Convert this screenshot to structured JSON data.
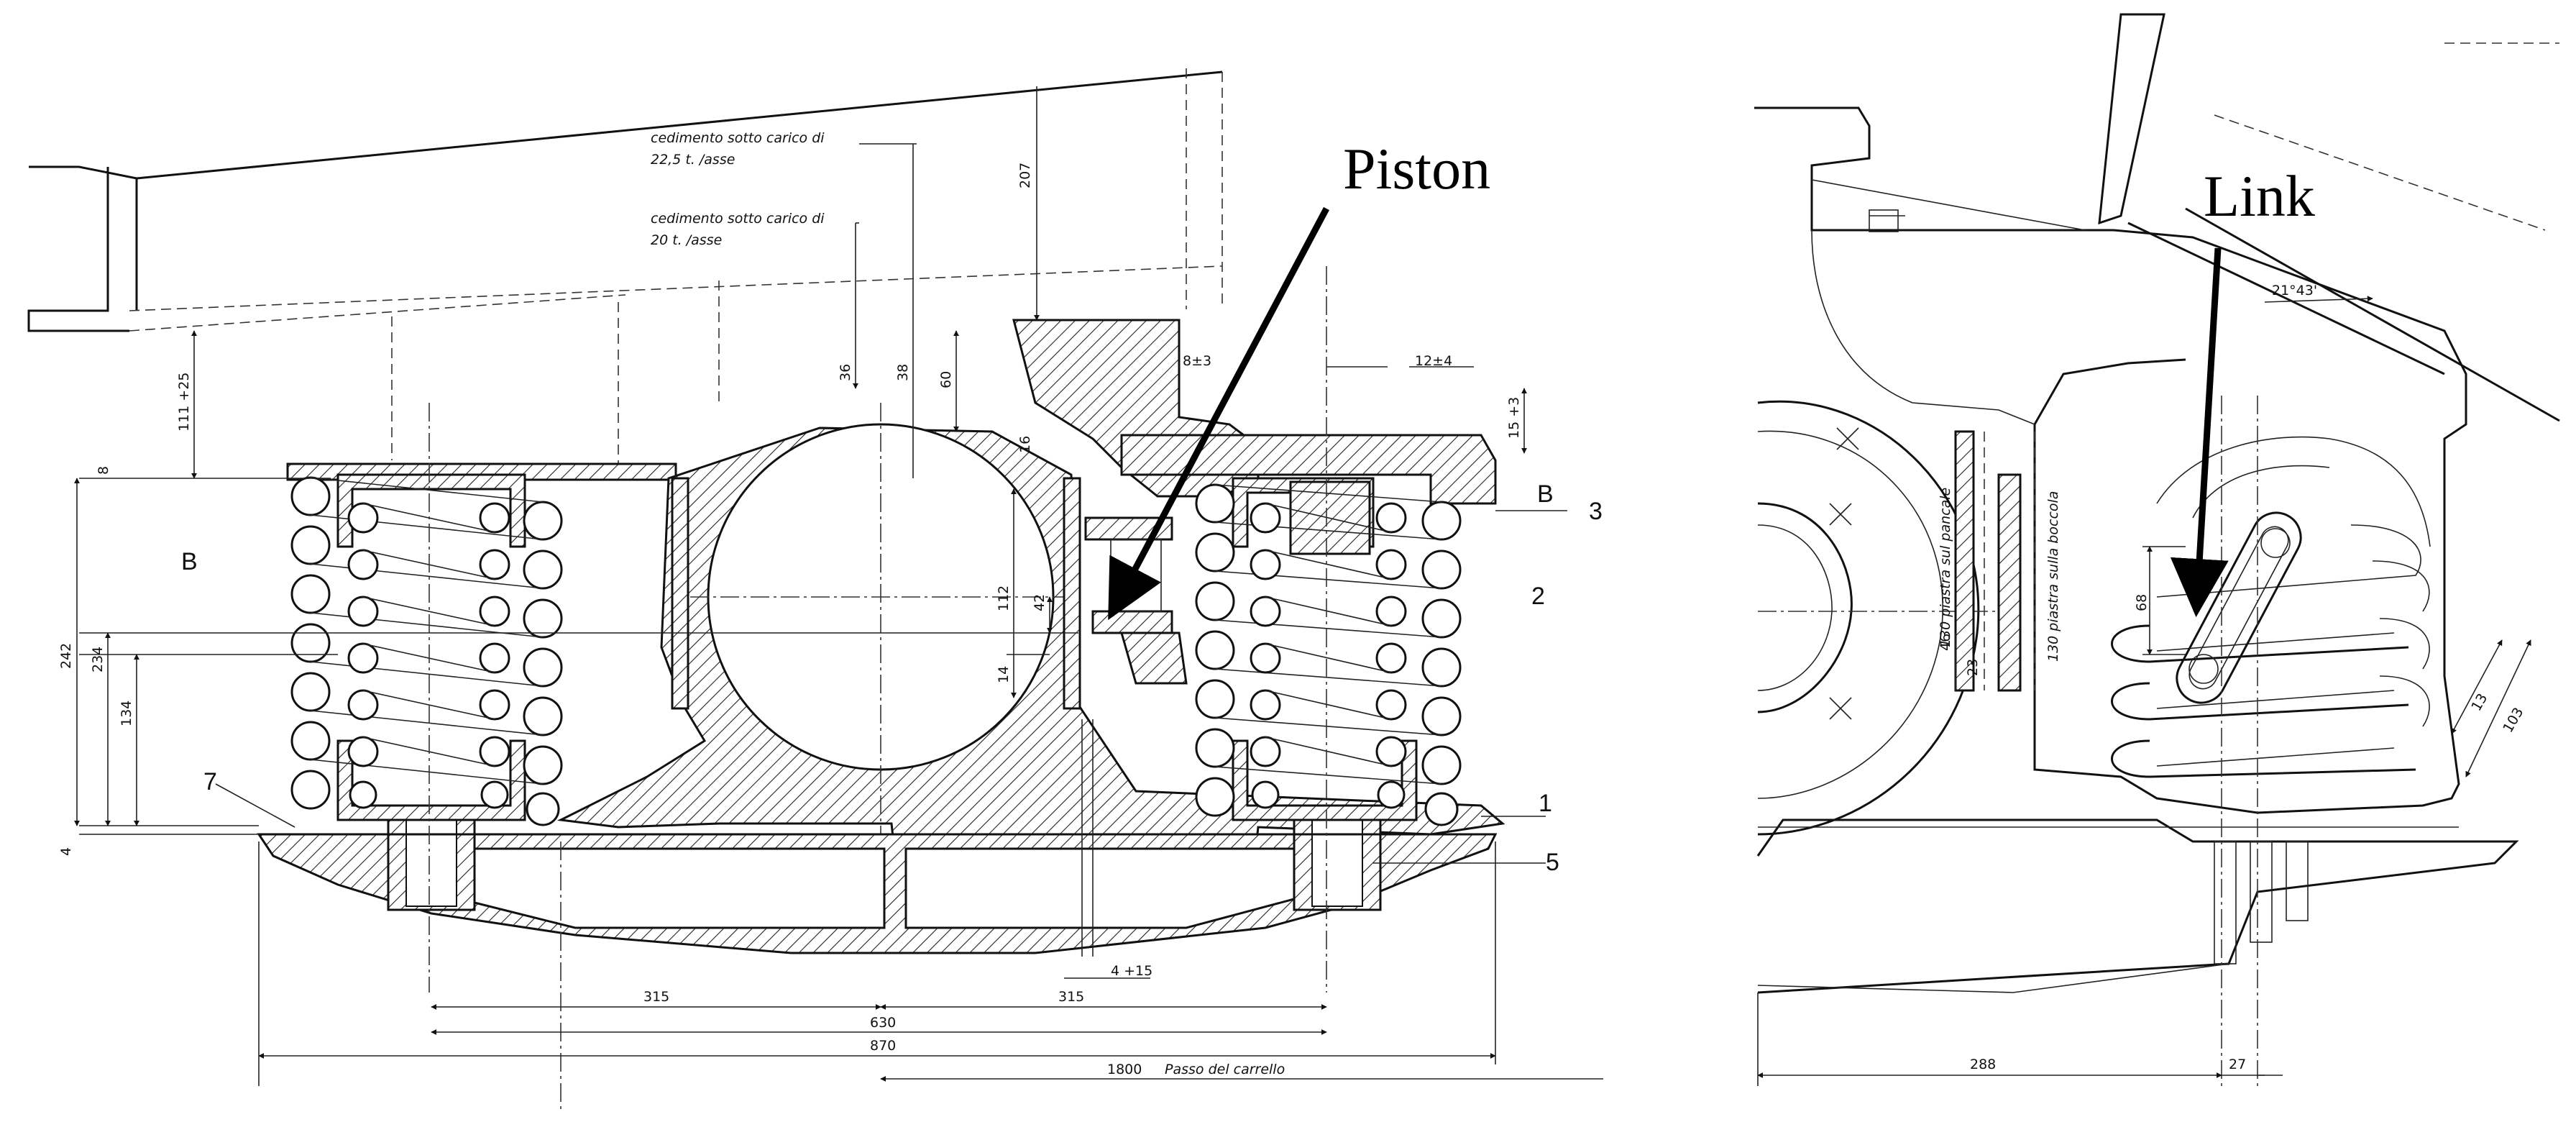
{
  "callouts": {
    "piston": "Piston",
    "link": "Link"
  },
  "part_numbers": {
    "n1": "1",
    "n2": "2",
    "n3": "3",
    "n5": "5",
    "n7": "7",
    "section_left": "B",
    "section_right": "B"
  },
  "notes": {
    "load_225_line1": "cedimento sotto carico di",
    "load_225_line2": "22,5 t. /asse",
    "load_20_line1": "cedimento sotto carico di",
    "load_20_line2": "20 t. /asse"
  },
  "dimensions": {
    "d207": "207",
    "d36": "36",
    "d38": "38",
    "d60": "60",
    "d16": "16",
    "d8": "8",
    "d111": "111 +25",
    "d242": "242",
    "d234": "234",
    "d134": "134",
    "d4": "4",
    "d112": "112",
    "d42": "42",
    "d14": "14",
    "d8pm3": "8±3",
    "d12pm4": "12±4",
    "d15pm3": "15 +3",
    "d315a": "315",
    "d315b": "315",
    "d630": "630",
    "d870": "870",
    "d1800": "1800",
    "d1800_label": "Passo del carrello",
    "d4pm15": "4 +15",
    "d46": "46",
    "d23": "23",
    "d68": "68",
    "d13": "13",
    "d103": "103",
    "d288": "288",
    "d27": "27",
    "angle": "21°43'",
    "plate1": "130 piastra sul pancale",
    "plate2": "130 piastra sulla boccola"
  }
}
